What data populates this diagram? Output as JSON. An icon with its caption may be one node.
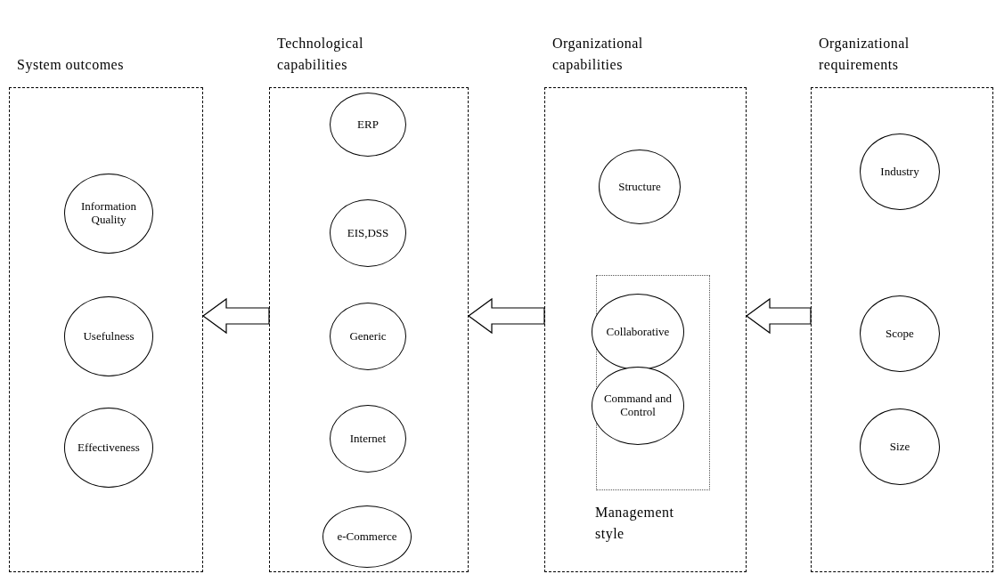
{
  "diagram": {
    "nodes": [
      {
        "text": [
          "System outcomes"
        ]
      },
      {
        "text": [
          "Information Quality"
        ],
        "in": 0
      },
      {
        "text": [
          "Usefulness"
        ],
        "in": 0
      },
      {
        "text": [
          "Effectiveness"
        ],
        "in": 0
      },
      {
        "text": [
          "Technological capabilities"
        ]
      },
      {
        "text": [
          "ERP"
        ],
        "in": 4
      },
      {
        "text": [
          "EIS,DSS"
        ],
        "in": 4
      },
      {
        "text": [
          "Generic"
        ],
        "in": 4
      },
      {
        "text": [
          "Internet"
        ],
        "in": 4
      },
      {
        "text": [
          "e-Commerce"
        ],
        "in": 4
      },
      {
        "text": [
          "Organizational capabilities"
        ]
      },
      {
        "text": [
          "Structure"
        ],
        "in": 10
      },
      {
        "text": [
          "Management style"
        ],
        "in": 10
      },
      {
        "text": [
          "Collaborative"
        ],
        "in": 12
      },
      {
        "text": [
          "Command and Control"
        ],
        "in": 12
      },
      {
        "text": [
          "Organizational requirements"
        ]
      },
      {
        "text": [
          "Industry"
        ],
        "in": 15
      },
      {
        "text": [
          "Scope"
        ],
        "in": 15
      },
      {
        "text": [
          "Size"
        ],
        "in": 15
      }
    ],
    "edges": [
      {
        "from": 15,
        "to": 10,
        "arrow": "to"
      },
      {
        "from": 10,
        "to": 4,
        "arrow": "to"
      },
      {
        "from": 4,
        "to": 0,
        "arrow": "to"
      }
    ]
  }
}
